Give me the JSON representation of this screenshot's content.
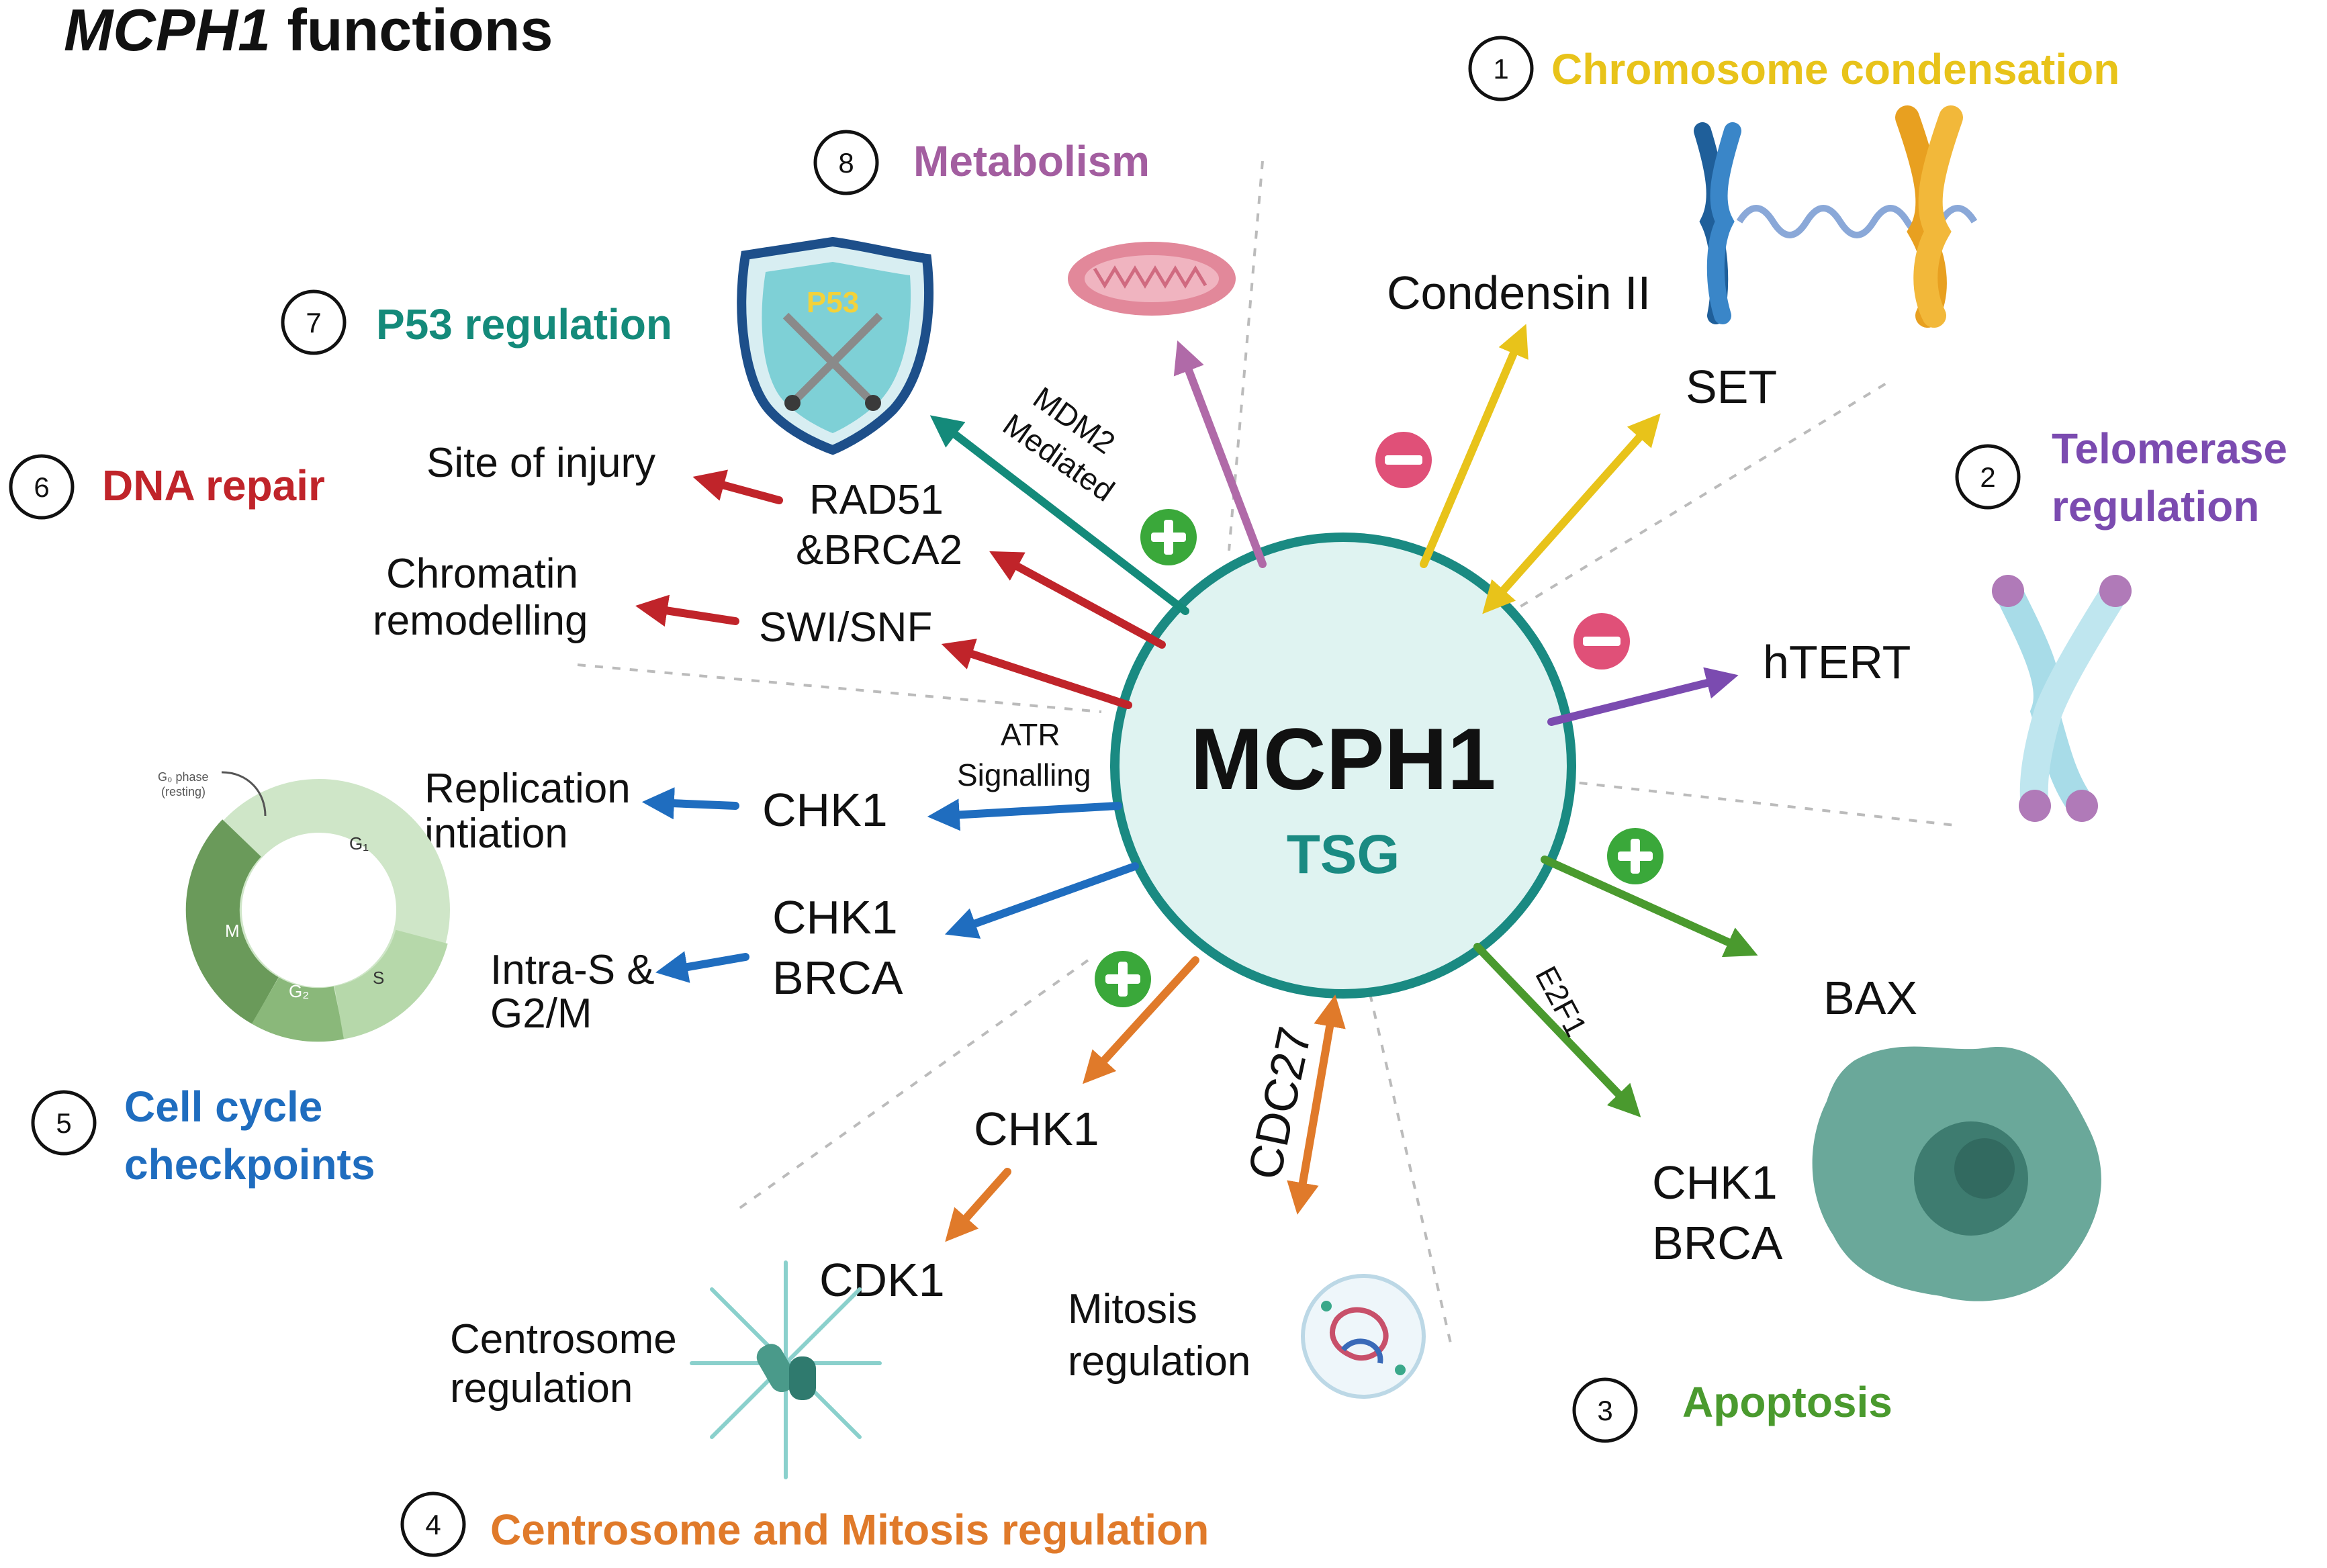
{
  "title": {
    "gene": "MCPH1",
    "rest": " functions"
  },
  "hub": {
    "name": "MCPH1",
    "sub": "TSG"
  },
  "sections": [
    {
      "num": "1",
      "label": "Chromosome condensation",
      "color": "#e8c31a"
    },
    {
      "num": "2",
      "label": "Telomerase regulation",
      "color": "#7b4bb0"
    },
    {
      "num": "3",
      "label": "Apoptosis",
      "color": "#4a9a2e"
    },
    {
      "num": "4",
      "label": "Centrosome and Mitosis regulation",
      "color": "#e07a2a"
    },
    {
      "num": "5",
      "label": "Cell cycle checkpoints",
      "color": "#1f6dbf"
    },
    {
      "num": "6",
      "label": "DNA repair",
      "color": "#c0242a"
    },
    {
      "num": "7",
      "label": "P53 regulation",
      "color": "#148a7a"
    },
    {
      "num": "8",
      "label": "Metabolism",
      "color": "#a35ea0"
    }
  ],
  "sec2_lines": [
    "Telomerase",
    "regulation"
  ],
  "sec5_lines": [
    "Cell cycle",
    "checkpoints"
  ],
  "nodes": {
    "condensin": "Condensin II",
    "set": "SET",
    "htert": "hTERT",
    "bax": "BAX",
    "apop_chk1": "CHK1",
    "apop_brca": "BRCA",
    "cdc27": "CDC27",
    "mitosis_1": "Mitosis",
    "mitosis_2": "regulation",
    "cent_chk1": "CHK1",
    "cdk1": "CDK1",
    "centro_1": "Centrosome",
    "centro_2": "regulation",
    "chk1_a": "CHK1",
    "chk1_b": "CHK1",
    "brca_b": "BRCA",
    "repl_1": "Replication",
    "repl_2": "intiation",
    "intra_1": "Intra-S &",
    "intra_2": "G2/M",
    "swi": "SWI/SNF",
    "chrom_1": "Chromatin",
    "chrom_2": "remodelling",
    "rad51_1": "RAD51",
    "rad51_2": "&BRCA2",
    "injury": "Site of injury",
    "mdm2_1": "MDM2",
    "mdm2_2": "Mediated",
    "atr_1": "ATR",
    "atr_2": "Signalling",
    "e2f1": "E2F1",
    "p53_shield": "P53"
  },
  "cell_cycle": {
    "g1": "G₁",
    "s": "S",
    "g2": "G₂",
    "m": "M",
    "g0_1": "G₀ phase",
    "g0_2": "(resting)"
  },
  "colors": {
    "hub_stroke": "#1a8a82",
    "hub_fill": "#dff3f1",
    "minus": "#e05078",
    "plus": "#3aa83a"
  }
}
